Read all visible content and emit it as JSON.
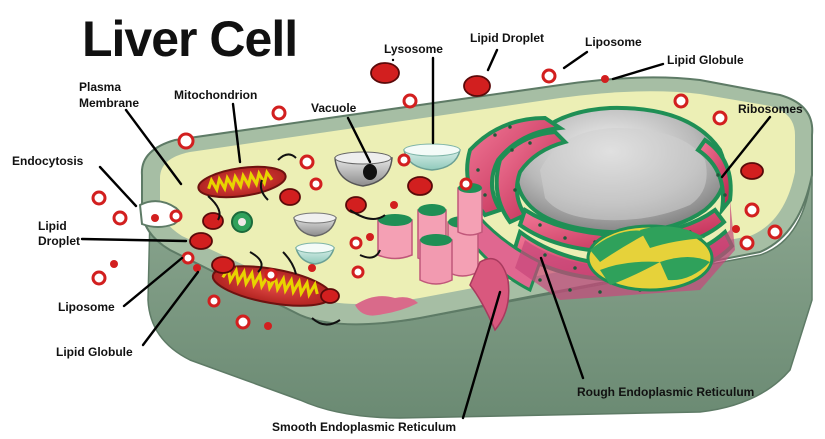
{
  "title": "Liver Cell",
  "labels": {
    "plasma_membrane": [
      "Plasma",
      "Membrane"
    ],
    "mitochondrion": "Mitochondrion",
    "vacuole": "Vacuole",
    "lysosome": "Lysosome",
    "lipid_droplet_top": "Lipid Droplet",
    "liposome_top": "Liposome",
    "lipid_globule_top": "Lipid Globule",
    "ribosomes": "Ribosomes",
    "endocytosis": "Endocytosis",
    "lipid_droplet_left": [
      "Lipid",
      "Droplet"
    ],
    "liposome_left": "Liposome",
    "lipid_globule_left": "Lipid Globule",
    "rough_er": "Rough Endoplasmic Reticulum",
    "smooth_er": "Smooth Endoplasmic Reticulum"
  },
  "colors": {
    "cell_top": "#ecf0b4",
    "cell_rim": "#9cb59a",
    "cell_side": "#7f9c84",
    "nucleus": "#b8b8b8",
    "rough_er": "#e2486f",
    "er_outline": "#1f8f55",
    "mitochondrion": "#d7332f",
    "mito_cristae": "#e8d400",
    "lipid_droplet": "#d21f1f",
    "golgi": "#f28ab0",
    "leader": "#000000"
  }
}
